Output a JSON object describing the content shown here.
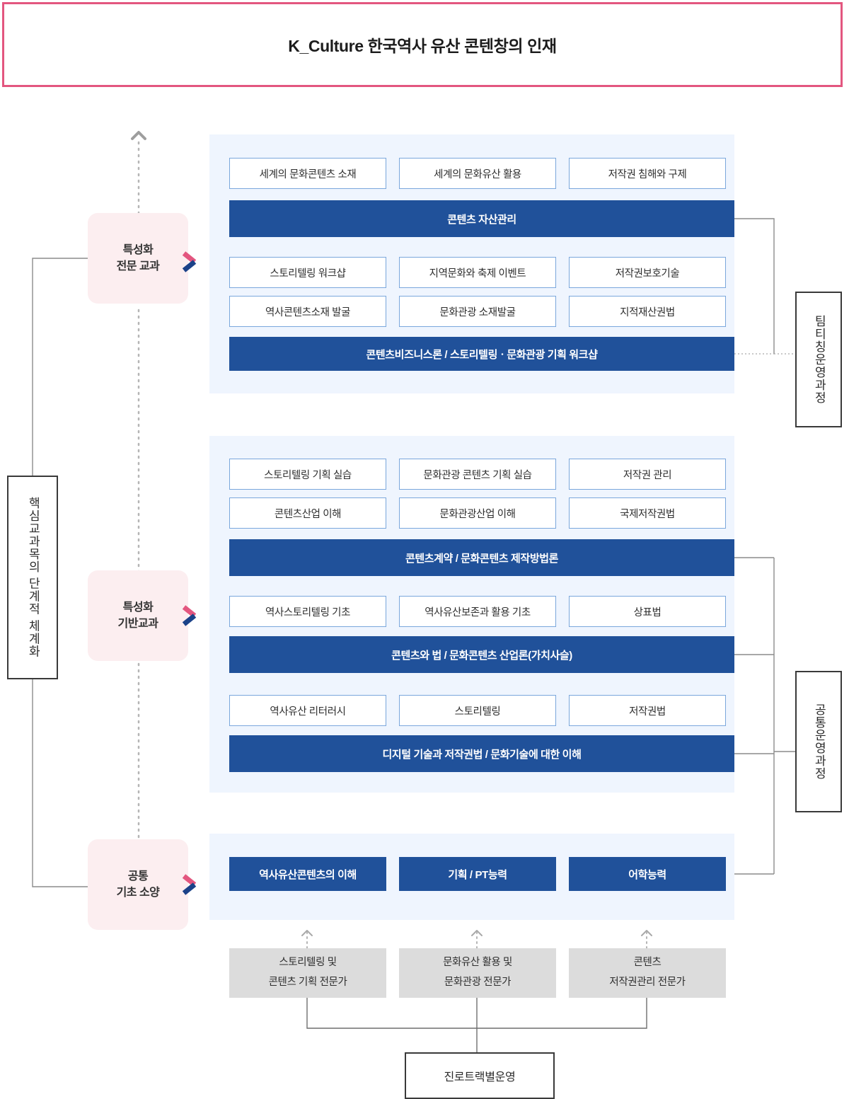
{
  "header": {
    "title": "K_Culture 한국역사 유산 콘텐창의 인재"
  },
  "colors": {
    "header_border": "#e3567f",
    "panel_bg": "#eff5fe",
    "course_border": "#7aa7dc",
    "bar_blue": "#20519a",
    "stage_pink_bg": "#fceef0",
    "chevron_pink": "#e3567f",
    "chevron_blue": "#1b4289",
    "expert_grey": "#dcdcdc",
    "connector_grey": "#8c8c8c"
  },
  "stages": [
    {
      "id": "specialized-professional",
      "line1": "특성화",
      "line2": "전문 교과"
    },
    {
      "id": "specialized-foundation",
      "line1": "특성화",
      "line2": "기반교과"
    },
    {
      "id": "common-basic",
      "line1": "공통",
      "line2": "기초 소양"
    }
  ],
  "left_axis": {
    "label": "핵심교과목의 단계적 체계화"
  },
  "right_tracks": [
    {
      "id": "team-teaching",
      "label": "팀티칭운영과정"
    },
    {
      "id": "common-operation",
      "label": "공통운영과정"
    }
  ],
  "sections": [
    {
      "id": "specialized-professional",
      "groups": [
        {
          "courses": [
            "세계의 문화콘텐츠 소재",
            "세계의 문화유산 활용",
            "저작권 침해와 구제"
          ],
          "bar": "콘텐츠 자산관리"
        },
        {
          "courses": [
            "스토리텔링 워크샵",
            "지역문화와 축제 이벤트",
            "저작권보호기술",
            "역사콘텐츠소재 발굴",
            "문화관광 소재발굴",
            "지적재산권법"
          ],
          "bar": "콘텐츠비즈니스론 / 스토리텔링ㆍ문화관광 기획 워크샵"
        }
      ]
    },
    {
      "id": "specialized-foundation",
      "groups": [
        {
          "courses": [
            "스토리텔링 기획 실습",
            "문화관광 콘텐츠 기획 실습",
            "저작권 관리",
            "콘텐츠산업 이해",
            "문화관광산업 이해",
            "국제저작권법"
          ],
          "bar": "콘텐츠계약 / 문화콘텐츠 제작방법론"
        },
        {
          "courses": [
            "역사스토리텔링 기초",
            "역사유산보존과 활용 기초",
            "상표법"
          ],
          "bar": "콘텐츠와 법 / 문화콘텐츠 산업론(가치사슬)"
        },
        {
          "courses": [
            "역사유산 리터러시",
            "스토리텔링",
            "저작권법"
          ],
          "bar": "디지털 기술과 저작권법 / 문화기술에 대한 이해"
        }
      ]
    },
    {
      "id": "common-basic",
      "blue_boxes": [
        "역사유산콘텐츠의 이해",
        "기획 / PT능력",
        "어학능력"
      ]
    }
  ],
  "experts": [
    {
      "line1": "스토리텔링 및",
      "line2": "콘텐츠 기획 전문가"
    },
    {
      "line1": "문화유산 활용 및",
      "line2": "문화관광 전문가"
    },
    {
      "line1": "콘텐츠",
      "line2": "저작권관리 전문가"
    }
  ],
  "career_track": {
    "label": "진로트랙별운영"
  }
}
